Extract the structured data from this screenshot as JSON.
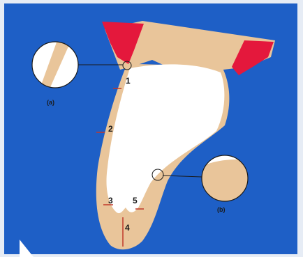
{
  "colors": {
    "background": "#1e5fc6",
    "frame": "#e6ecf5",
    "enamel": "#e9c59a",
    "red_region": "#e4183c",
    "dentin": "#ffffff",
    "marker": "#c0392b",
    "label": "#1a1a1a",
    "corner_mark": "#ffffff"
  },
  "labels": {
    "point_1": "1",
    "point_2": "2",
    "point_3": "3",
    "point_4": "4",
    "point_5": "5",
    "inset_a": "(a)",
    "inset_b": "(b)"
  }
}
